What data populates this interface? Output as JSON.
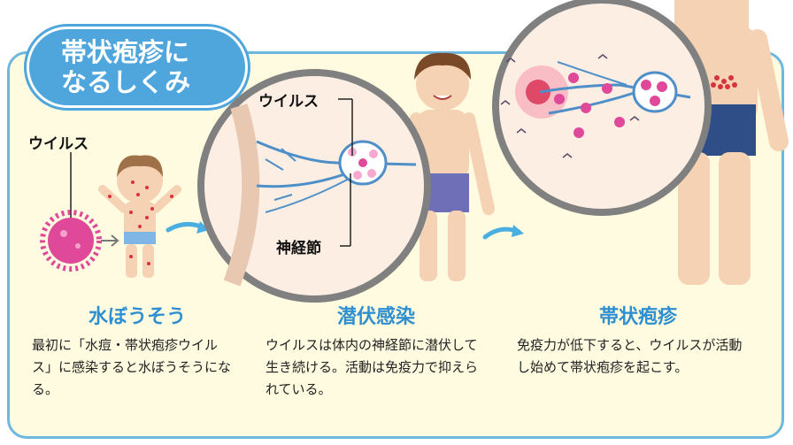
{
  "title": {
    "line1": "帯状疱疹に",
    "line2": "なるしくみ"
  },
  "labels": {
    "virus_left": "ウイルス",
    "virus_circle": "ウイルス",
    "ganglion": "神経節"
  },
  "stages": [
    {
      "heading": "水ぼうそう",
      "text": "最初に「水痘・帯状疱疹ウイルス」に感染すると水ぼうそうになる。"
    },
    {
      "heading": "潜伏感染",
      "text": "ウイルスは体内の神経節に潜伏して生き続ける。活動は免疫力で抑えられている。"
    },
    {
      "heading": "帯状疱疹",
      "text": "免疫力が低下すると、ウイルスが活動し始めて帯状疱疹を起こす。"
    }
  ],
  "colors": {
    "panel_border": "#6db8de",
    "title_bg": "#4fa6dc",
    "heading": "#2f8fd0",
    "virus": "#e0489a",
    "nerve": "#4f8fc8",
    "skin": "#f6d2b4",
    "shorts": "#6f6fb8"
  }
}
